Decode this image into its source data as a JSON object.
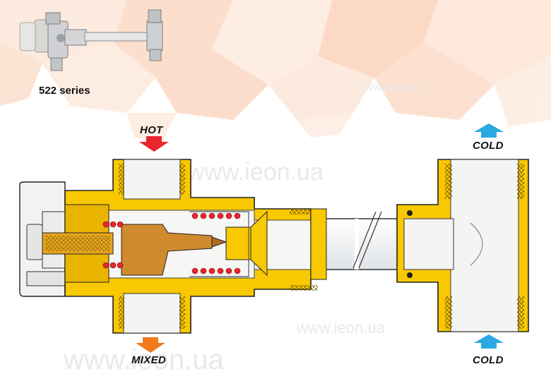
{
  "product": {
    "series_label": "522 series",
    "icon": "mixing-valve-photo-icon"
  },
  "flow_labels": {
    "hot": "HOT",
    "mixed": "MIXED",
    "cold_top": "COLD",
    "cold_bottom": "COLD"
  },
  "arrows": {
    "hot_direction": "down",
    "mixed_direction": "down",
    "cold_top_direction": "up",
    "cold_bottom_direction": "up"
  },
  "watermarks": [
    "www.ieon.ua",
    "www.ieon.ua",
    "www.ieon.ua",
    "www.ieon.ua"
  ],
  "colors": {
    "hot": "#e8262b",
    "mixed": "#f07a1c",
    "cold": "#2aa9e3",
    "brass": "#f8c800",
    "brass_dark": "#c89400",
    "spring": "#e8262b",
    "background_pattern": "#fbd9c4"
  }
}
